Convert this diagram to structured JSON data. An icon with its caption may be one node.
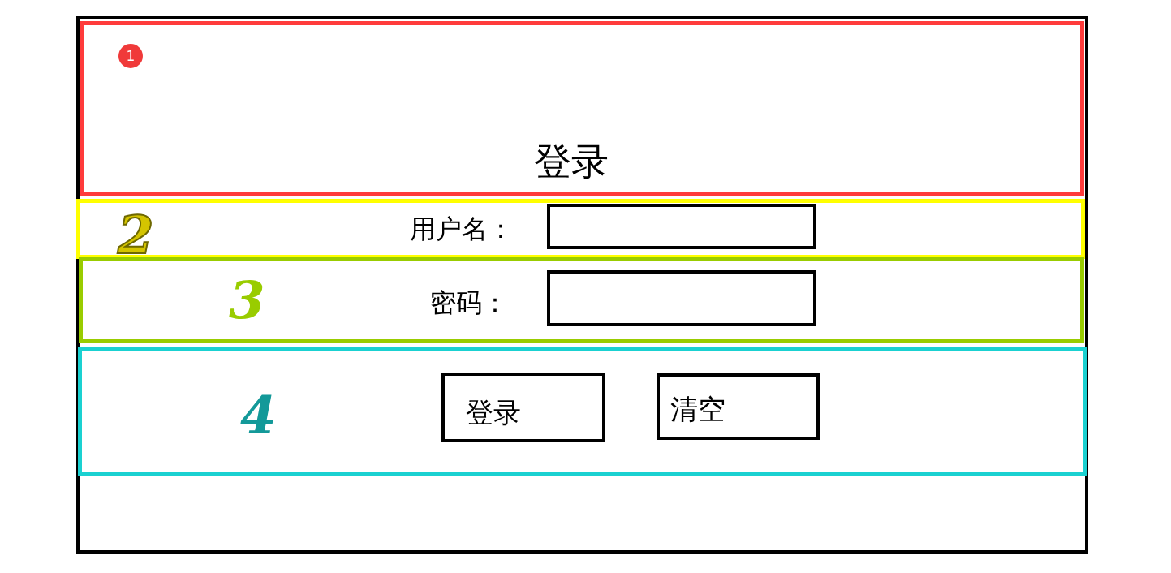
{
  "diagram": {
    "nodes": [
      {
        "text": [],
        "shape": "box"
      },
      {
        "text": [
          "1",
          "登录"
        ],
        "in": 0
      },
      {
        "text": [
          "2",
          "用户名："
        ],
        "in": 0
      },
      {
        "text": [],
        "shape": "box",
        "in": 2
      },
      {
        "text": [
          "3",
          "密码："
        ],
        "in": 0
      },
      {
        "text": [],
        "shape": "box",
        "in": 4
      },
      {
        "text": [
          "4"
        ],
        "in": 0
      },
      {
        "text": [
          "登录"
        ],
        "in": 6
      },
      {
        "text": [
          "清空"
        ],
        "in": 6
      }
    ],
    "edges": []
  }
}
